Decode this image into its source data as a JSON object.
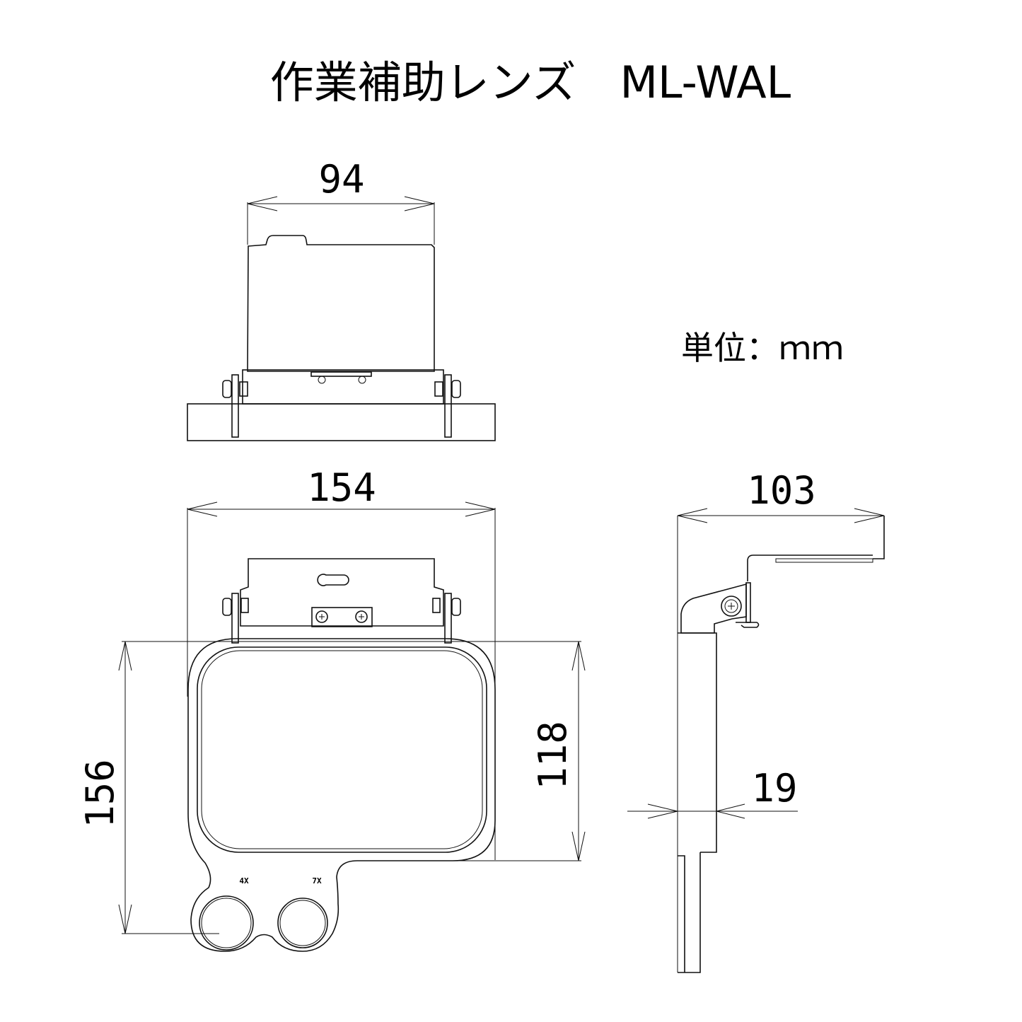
{
  "title": "作業補助レンズ　ML-WAL",
  "unit_label": "単位：ｍｍ",
  "top_view": {
    "width_dim": "94"
  },
  "front_view": {
    "width_dim": "154",
    "total_height_dim": "156",
    "lens_height_dim": "118",
    "lens_labels": [
      "4X",
      "7X"
    ]
  },
  "side_view": {
    "depth_dim": "103",
    "thickness_dim": "19"
  }
}
